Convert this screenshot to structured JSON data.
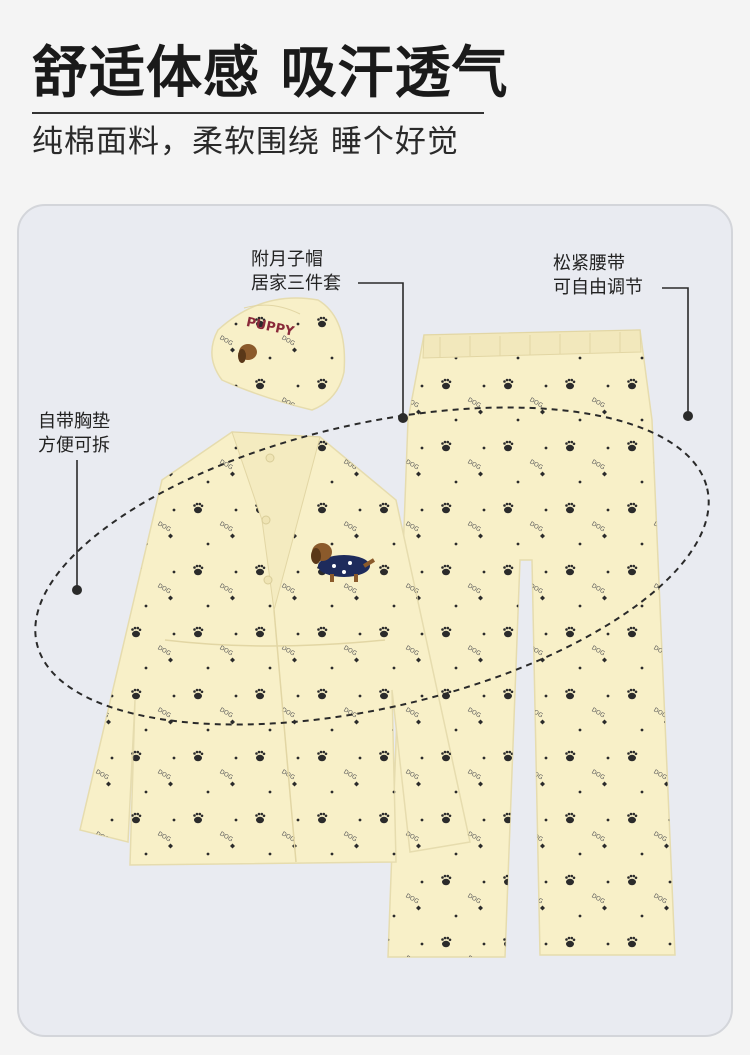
{
  "header": {
    "title": "舒适体感 吸汗透气",
    "subtitle": "纯棉面料，柔软围绕 睡个好觉"
  },
  "callouts": {
    "hat": {
      "line1": "附月子帽",
      "line2": "居家三件套"
    },
    "waistband": {
      "line1": "松紧腰带",
      "line2": "可自由调节"
    },
    "pad": {
      "line1": "自带胸垫",
      "line2": "方便可拆"
    }
  },
  "product": {
    "hat_print": "PUPPY",
    "pattern_text": "DOG",
    "fabric_color": "#f8f0c8",
    "print_color": "#2b2b2b"
  }
}
